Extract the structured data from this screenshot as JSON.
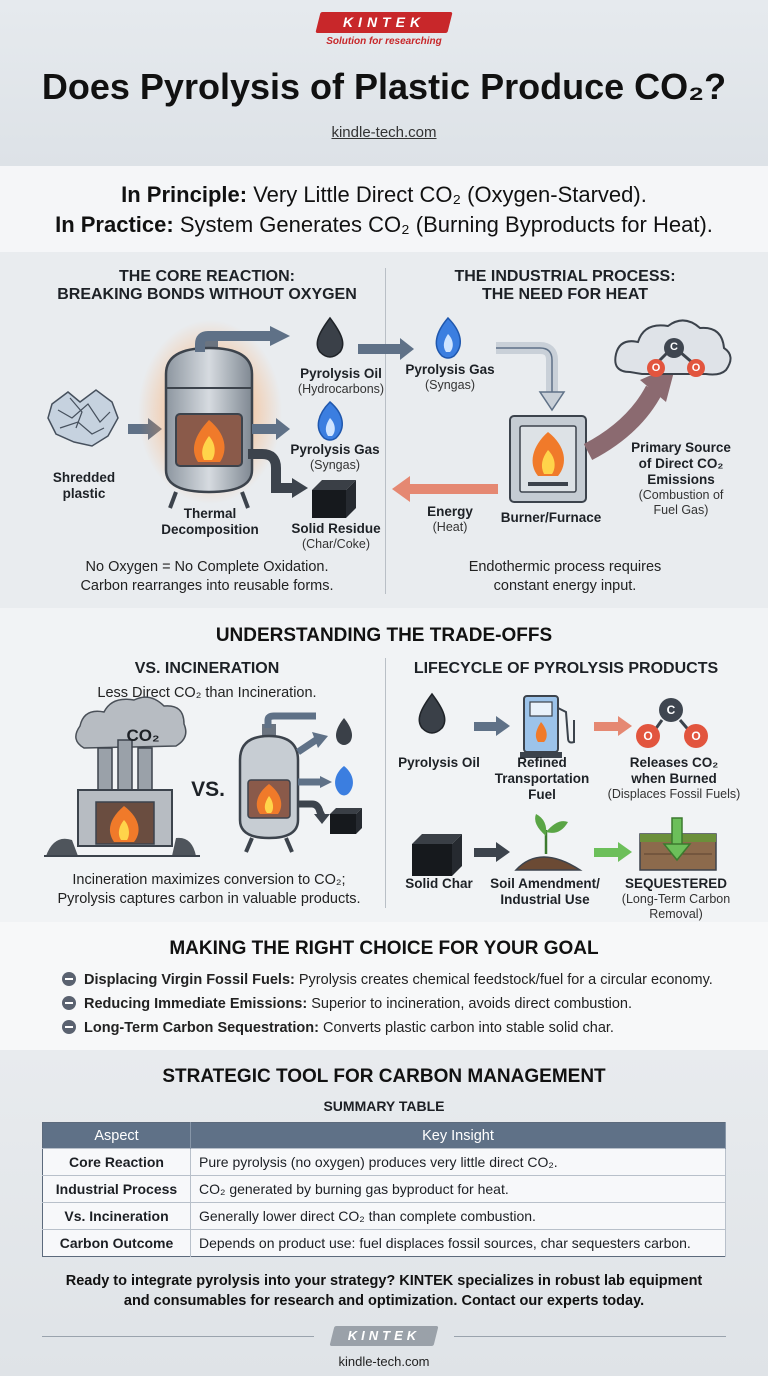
{
  "header": {
    "logo": "KINTEK",
    "logo_tagline": "Solution for researching",
    "title": "Does Pyrolysis of Plastic Produce CO₂?",
    "site": "kindle-tech.com"
  },
  "principle": {
    "line1_bold": "In Principle:",
    "line1_rest": "Very Little Direct CO₂ (Oxygen-Starved).",
    "line2_bold": "In Practice:",
    "line2_rest": "System Generates CO₂ (Burning Byproducts for Heat)."
  },
  "core_reaction": {
    "heading_line1": "THE CORE REACTION:",
    "heading_line2": "BREAKING BONDS WITHOUT OXYGEN",
    "input_label_1": "Shredded",
    "input_label_2": "plastic",
    "reactor_label_1": "Thermal",
    "reactor_label_2": "Decomposition",
    "oil_label": "Pyrolysis Oil",
    "oil_sub": "(Hydrocarbons)",
    "gas_label": "Pyrolysis Gas",
    "gas_sub": "(Syngas)",
    "residue_label": "Solid Residue",
    "residue_sub": "(Char/Coke)",
    "caption_1": "No Oxygen = No Complete Oxidation.",
    "caption_2": "Carbon rearranges into reusable forms."
  },
  "industrial": {
    "heading_line1": "THE INDUSTRIAL PROCESS:",
    "heading_line2": "THE NEED FOR HEAT",
    "gas_label": "Pyrolysis Gas",
    "gas_sub": "(Syngas)",
    "burner_label": "Burner/Furnace",
    "energy_label": "Energy",
    "energy_sub": "(Heat)",
    "primary_1": "Primary Source",
    "primary_2": "of Direct CO₂",
    "primary_3": "Emissions",
    "primary_sub_1": "(Combustion of",
    "primary_sub_2": "Fuel Gas)",
    "co2_atoms": [
      "O",
      "C",
      "O"
    ],
    "caption_1": "Endothermic process requires",
    "caption_2": "constant energy input."
  },
  "tradeoffs": {
    "title": "UNDERSTANDING THE TRADE-OFFS",
    "vs_heading": "VS. INCINERATION",
    "vs_sub": "Less Direct CO₂ than Incineration.",
    "cloud_label": "CO₂",
    "vs_word": "VS.",
    "vs_caption_1": "Incineration maximizes conversion to CO₂;",
    "vs_caption_2": "Pyrolysis captures carbon in valuable products.",
    "life_heading": "LIFECYCLE OF PYROLYSIS PRODUCTS",
    "oil_label": "Pyrolysis Oil",
    "fuel_1": "Refined",
    "fuel_2": "Transportation",
    "fuel_3": "Fuel",
    "release_1": "Releases CO₂",
    "release_2": "when Burned",
    "release_sub": "(Displaces Fossil Fuels)",
    "char_label": "Solid Char",
    "soil_1": "Soil Amendment/",
    "soil_2": "Industrial Use",
    "seq_label": "SEQUESTERED",
    "seq_sub_1": "(Long-Term Carbon",
    "seq_sub_2": "Removal)"
  },
  "choice": {
    "title": "MAKING THE RIGHT CHOICE FOR YOUR GOAL",
    "items": [
      {
        "bold": "Displacing Virgin Fossil Fuels:",
        "text": "Pyrolysis creates chemical feedstock/fuel for a circular economy."
      },
      {
        "bold": "Reducing Immediate Emissions:",
        "text": "Superior to incineration, avoids direct combustion."
      },
      {
        "bold": "Long-Term Carbon Sequestration:",
        "text": "Converts plastic carbon into stable solid char."
      }
    ]
  },
  "summary": {
    "title": "STRATEGIC TOOL FOR CARBON MANAGEMENT",
    "subtitle": "SUMMARY TABLE",
    "headers": [
      "Aspect",
      "Key Insight"
    ],
    "rows": [
      [
        "Core Reaction",
        "Pure pyrolysis (no oxygen) produces very little direct CO₂."
      ],
      [
        "Industrial Process",
        "CO₂ generated by burning gas byproduct for heat."
      ],
      [
        "Vs. Incineration",
        "Generally lower direct CO₂ than complete combustion."
      ],
      [
        "Carbon Outcome",
        "Depends on product use: fuel displaces fossil sources, char sequesters carbon."
      ]
    ]
  },
  "footer": {
    "cta_1": "Ready to integrate pyrolysis into your strategy? KINTEK specializes in robust lab equipment",
    "cta_2": "and consumables for research and optimization. Contact our experts today.",
    "logo": "KINTEK",
    "site": "kindle-tech.com"
  },
  "colors": {
    "brand_red": "#c8272a",
    "arrow_blue": "#5f7187",
    "flame": "#f07a2a",
    "atom_red": "#e2553e",
    "atom_dark": "#3f4650",
    "green": "#6cbf5a"
  }
}
